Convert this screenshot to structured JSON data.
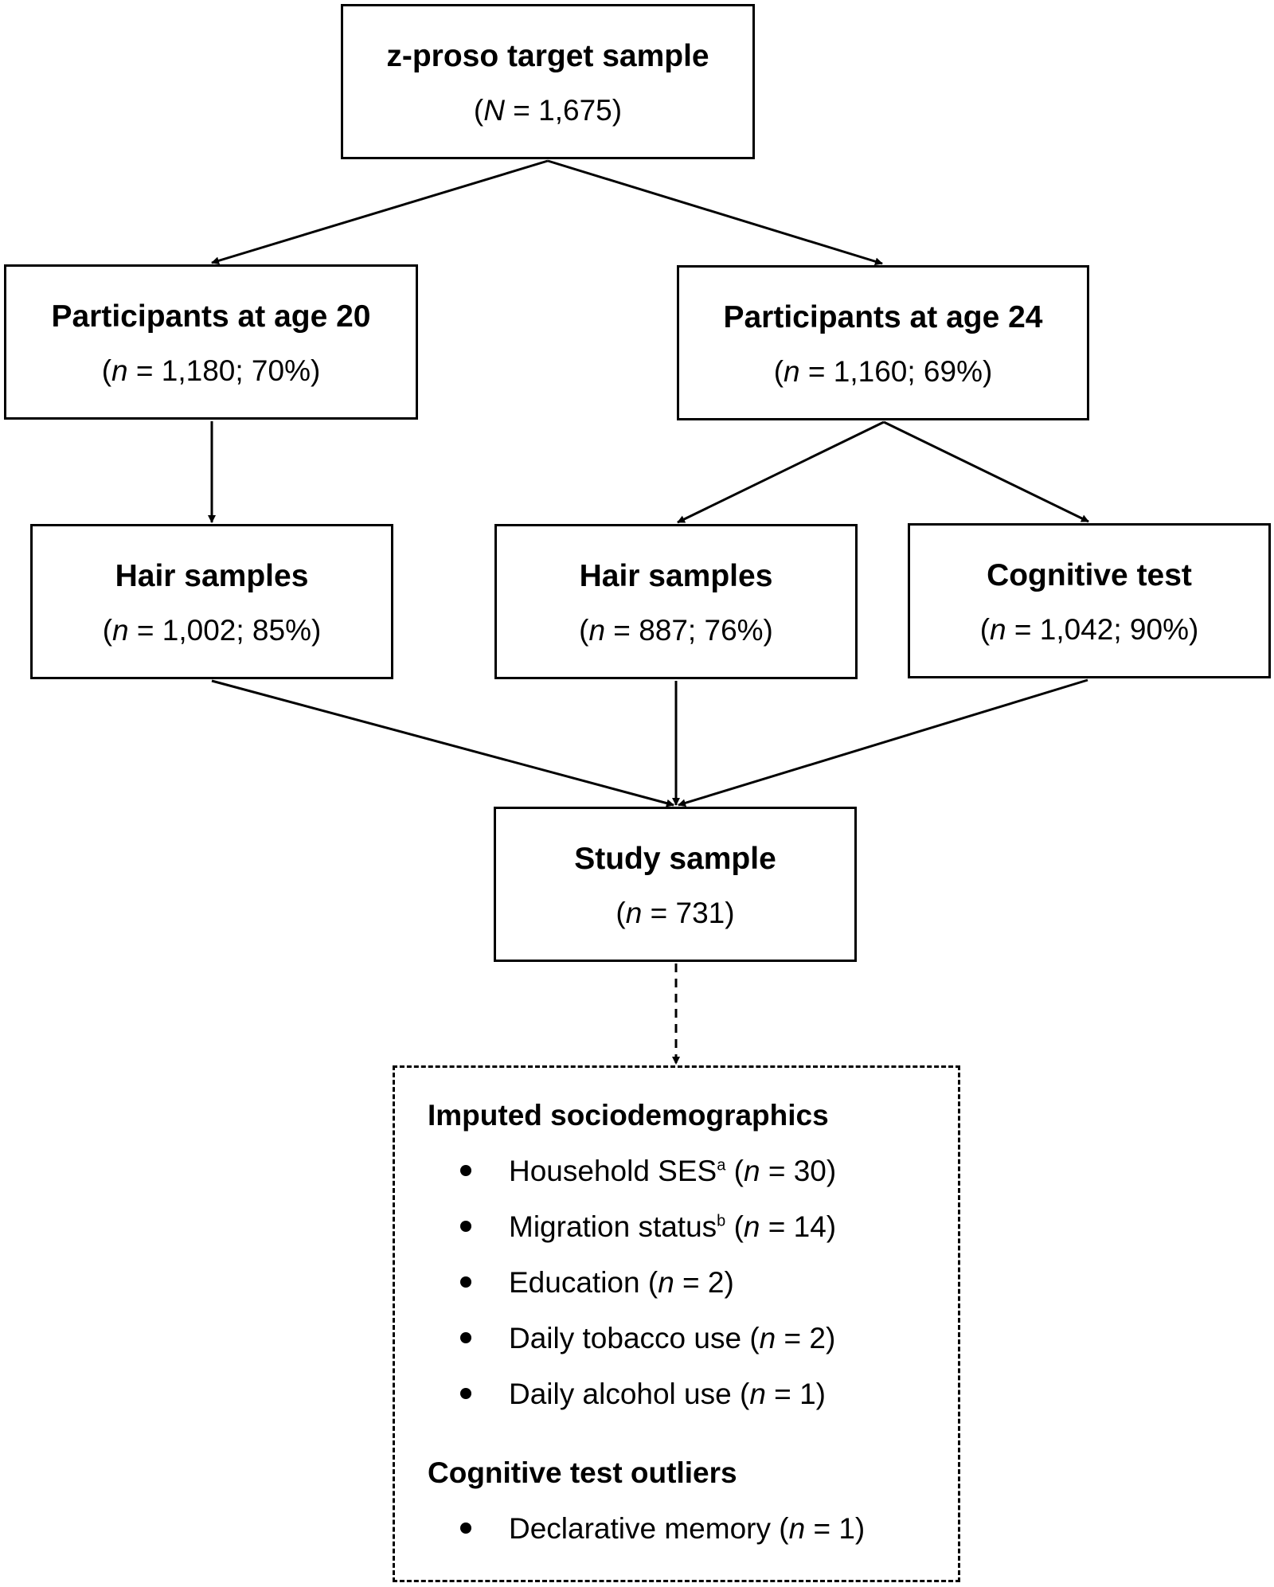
{
  "boxes": {
    "target": {
      "title": "z-proso target sample",
      "count_var": "N",
      "count_rest": " = 1,675)"
    },
    "age20": {
      "title": "Participants at age 20",
      "count_var": "n",
      "count_rest": " = 1,180; 70%)"
    },
    "age24": {
      "title": "Participants at age 24",
      "count_var": "n",
      "count_rest": " = 1,160; 69%)"
    },
    "hair20": {
      "title": "Hair samples",
      "count_var": "n",
      "count_rest": " = 1,002; 85%)"
    },
    "hair24": {
      "title": "Hair samples",
      "count_var": "n",
      "count_rest": " = 887; 76%)"
    },
    "cog": {
      "title": "Cognitive test",
      "count_var": "n",
      "count_rest": " = 1,042; 90%)"
    },
    "study": {
      "title": "Study sample",
      "count_var": "n",
      "count_rest": " = 731)"
    }
  },
  "notes": {
    "imputed_heading": "Imputed sociodemographics",
    "imputed_items": [
      {
        "label": "Household SES",
        "sup": "a",
        "count_var": "n",
        "count_rest": " = 30)"
      },
      {
        "label": "Migration status",
        "sup": "b",
        "count_var": "n",
        "count_rest": " = 14)"
      },
      {
        "label": "Education",
        "sup": "",
        "count_var": "n",
        "count_rest": " = 2)"
      },
      {
        "label": "Daily tobacco use",
        "sup": "",
        "count_var": "n",
        "count_rest": " = 2)"
      },
      {
        "label": "Daily alcohol use",
        "sup": "",
        "count_var": "n",
        "count_rest": " = 1)"
      }
    ],
    "outliers_heading": "Cognitive test outliers",
    "outlier_items": [
      {
        "label": "Declarative memory",
        "sup": "",
        "count_var": "n",
        "count_rest": " = 1)"
      }
    ]
  }
}
